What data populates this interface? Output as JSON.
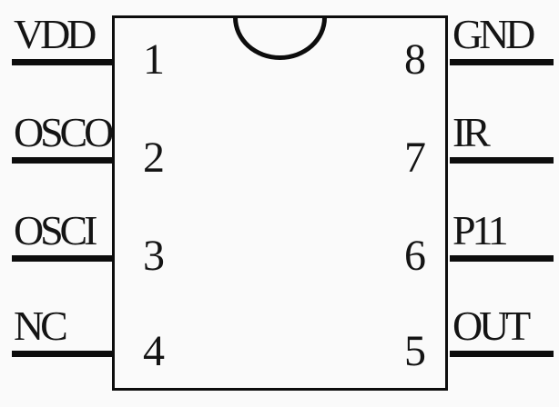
{
  "pins": {
    "left": [
      {
        "name": "VDD",
        "number": "1"
      },
      {
        "name": "OSCO",
        "number": "2"
      },
      {
        "name": "OSCI",
        "number": "3"
      },
      {
        "name": "NC",
        "number": "4"
      }
    ],
    "right": [
      {
        "name": "GND",
        "number": "8"
      },
      {
        "name": "IR",
        "number": "7"
      },
      {
        "name": "P11",
        "number": "6"
      },
      {
        "name": "OUT",
        "number": "5"
      }
    ]
  },
  "colors": {
    "line": "#0d0d0d",
    "text": "#141414",
    "background": "#fafafa"
  }
}
